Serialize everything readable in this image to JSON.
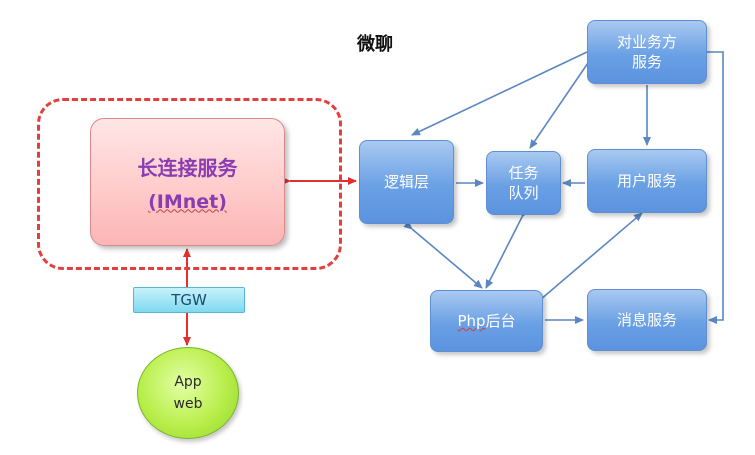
{
  "title": "微聊",
  "nodes": {
    "long_conn_line1": "长连接服务",
    "long_conn_line2": "(IMnet)",
    "tgw": "TGW",
    "client_line1": "App",
    "client_line2": "web",
    "logic": "逻辑层",
    "queue_line1": "任务",
    "queue_line2": "队列",
    "external_line1": "对业务方",
    "external_line2": "服务",
    "user_service": "用户服务",
    "php_prefix": "Php",
    "php_suffix": "后台",
    "message_service": "消息服务"
  },
  "colors": {
    "arrow_red": "#e03030",
    "arrow_blue": "#5a86c2",
    "box_blue": "#6aa0e4",
    "box_pink": "#ffc9c9",
    "dash_red": "#e24040",
    "tgw_cyan": "#7fd9ef",
    "client_green": "#b9ee4b"
  }
}
